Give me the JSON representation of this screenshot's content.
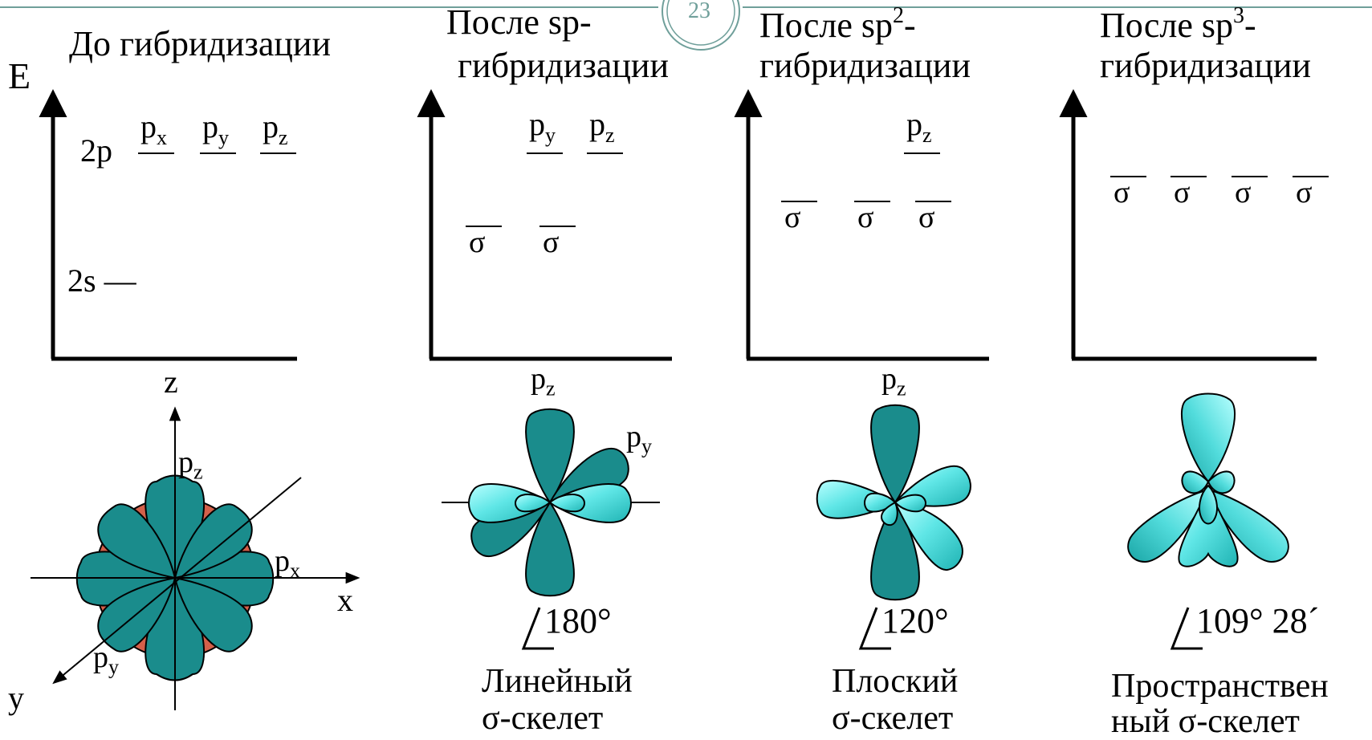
{
  "slide_number": "23",
  "axis_label_energy": "E",
  "panels": [
    {
      "title_line1": "До гибридизации",
      "title_line2": ""
    },
    {
      "title_line1": "После sp-",
      "title_line2": "гибридизации"
    },
    {
      "title_line1": "После sp",
      "title_sup": "2",
      "title_line1_tail": "-",
      "title_line2": "гибридизации"
    },
    {
      "title_line1": "После sp",
      "title_sup": "3",
      "title_line1_tail": "-",
      "title_line2": "гибридизации"
    }
  ],
  "levels": {
    "p_label": "2p",
    "s_label": "2s",
    "s_dash": "—",
    "orbital_p": "p",
    "sub_x": "x",
    "sub_y": "y",
    "sub_z": "z",
    "sigma": "σ"
  },
  "orbital_axes": {
    "z": "z",
    "x": "x",
    "y": "y"
  },
  "angles": [
    "180°",
    "120°",
    "109° 28´"
  ],
  "skeletons": [
    {
      "line1": "Линейный",
      "line2": "σ-скелет"
    },
    {
      "line1": "Плоский",
      "line2": "σ-скелет"
    },
    {
      "line1": "Пространствен",
      "line2": "ный  σ-скелет"
    }
  ],
  "colors": {
    "teal": "#1a8c8c",
    "cyan_light": "#8ff4f4",
    "cyan_mid": "#38d0d0",
    "s_orbital": "#d4604a",
    "slide_ring": "#6f9f9a"
  }
}
